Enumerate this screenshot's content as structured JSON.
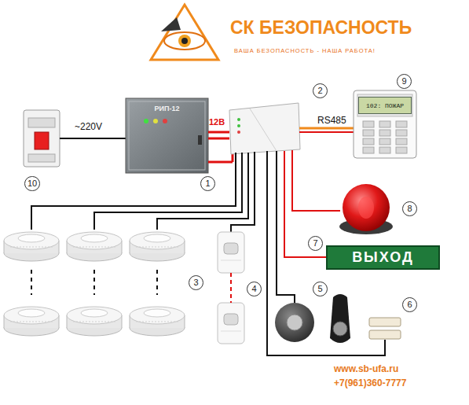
{
  "diagram": {
    "title": "СК БЕЗОПАСНОСТЬ",
    "nodes": [
      {
        "text": [
          "РИП-12"
        ]
      },
      {
        "text": [
          "102: ПОЖАР"
        ]
      },
      {
        "text": [
          "ВЫХОД"
        ]
      }
    ],
    "labels": [
      "ВАША БЕЗОПАСНОСТЬ - НАША РАБОТА!",
      "~220V",
      "12В",
      "RS485",
      "1",
      "2",
      "3",
      "4",
      "5",
      "6",
      "7",
      "8",
      "9",
      "10",
      "www.sb-ufa.ru",
      "+7(961)360-7777"
    ]
  }
}
